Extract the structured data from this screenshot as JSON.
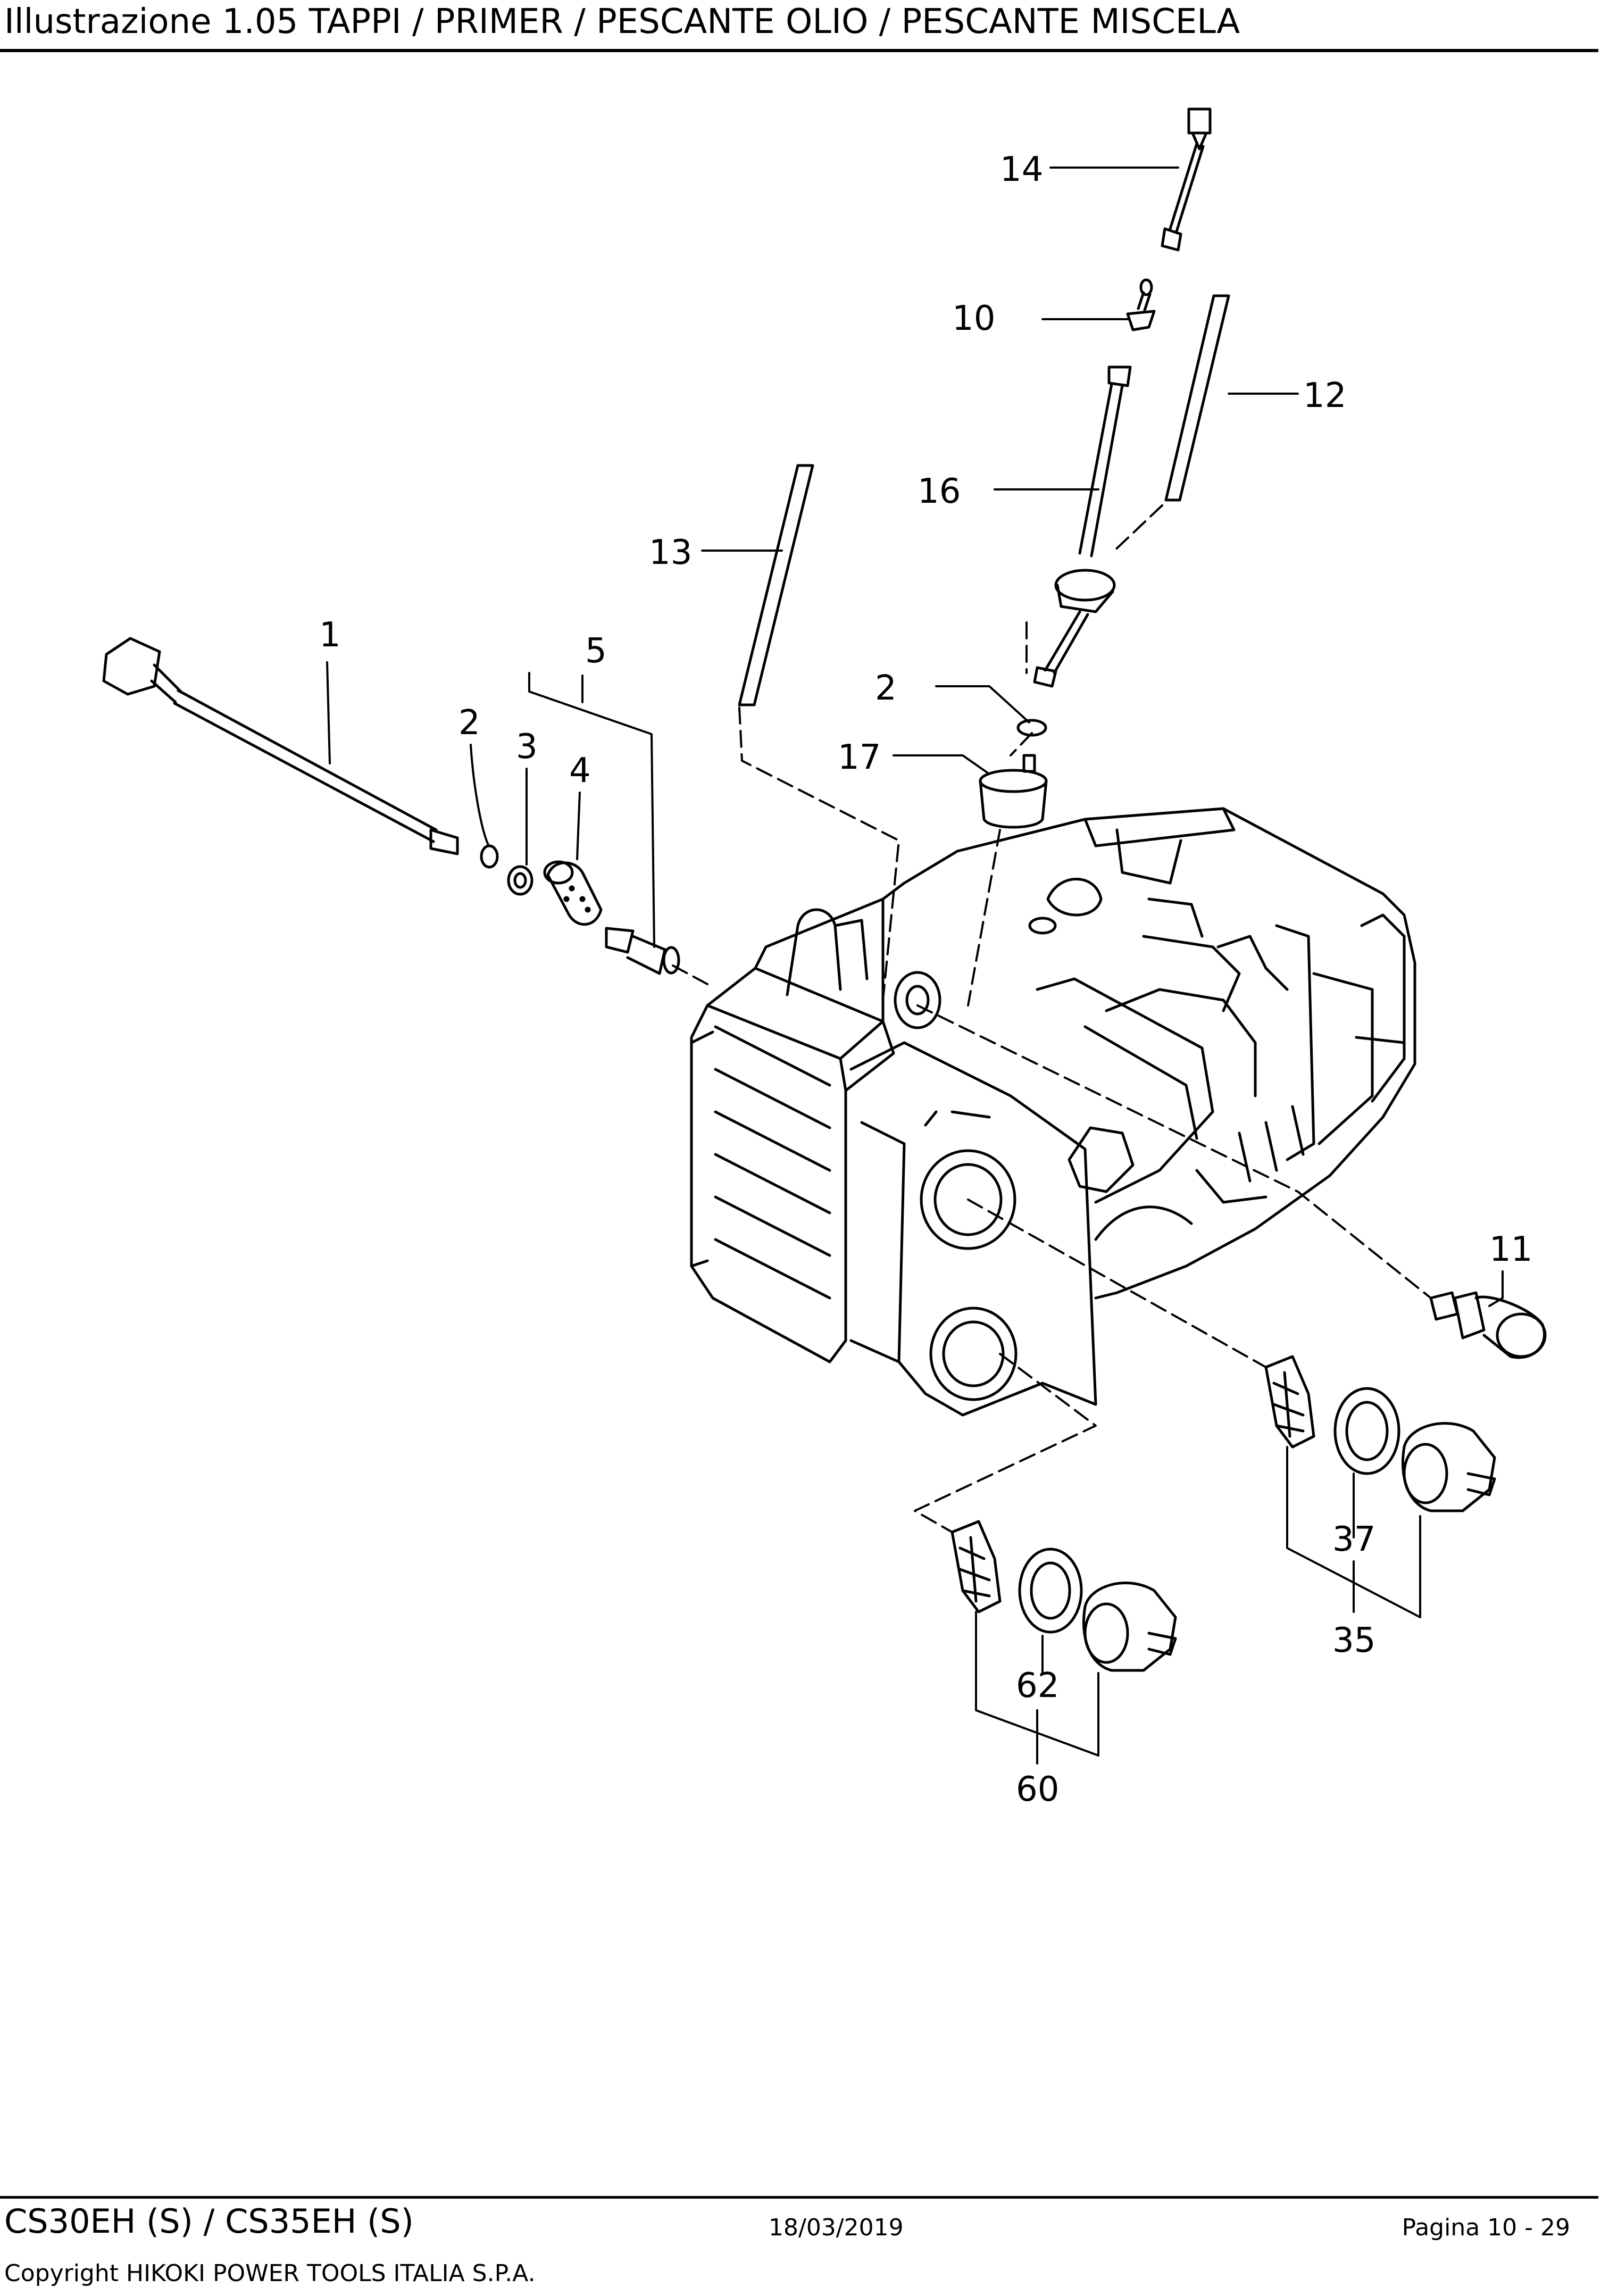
{
  "header": {
    "title": "Illustrazione  1.05 TAPPI / PRIMER / PESCANTE OLIO / PESCANTE MISCELA"
  },
  "diagram": {
    "callouts": [
      "14",
      "10",
      "12",
      "16",
      "13",
      "2",
      "17",
      "1",
      "2",
      "3",
      "5",
      "4",
      "11",
      "37",
      "35",
      "62",
      "60"
    ]
  },
  "footer": {
    "model": "CS30EH (S) / CS35EH (S)",
    "date": "18/03/2019",
    "page": "Pagina 10 - 29",
    "copyright": "Copyright HIKOKI POWER TOOLS ITALIA S.P.A."
  }
}
